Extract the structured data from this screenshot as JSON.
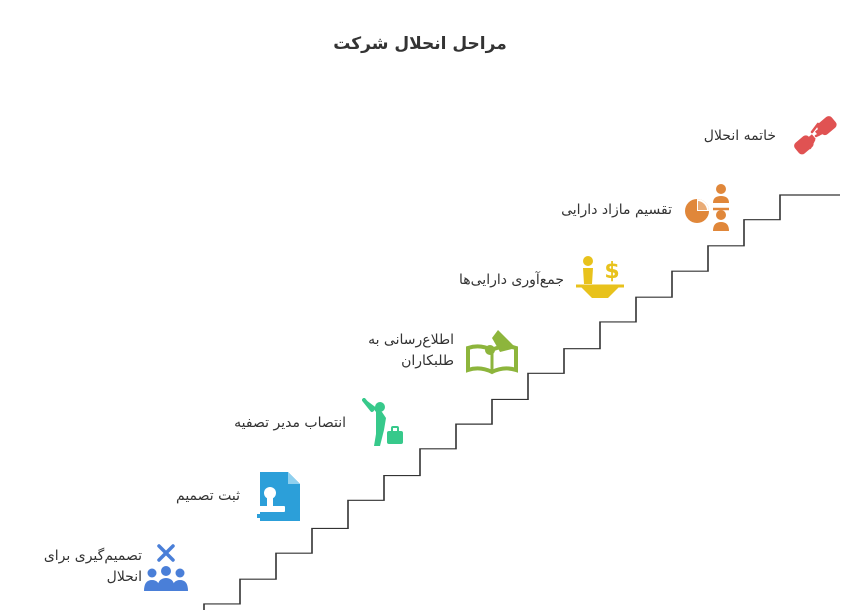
{
  "title": "مراحل انحلال شرکت",
  "colors": {
    "line": "#333333",
    "red": "#e05252",
    "orange": "#e0873a",
    "yellow": "#e8c21c",
    "olive": "#8db53c",
    "green": "#37c98b",
    "blue": "#2c9fd9",
    "navy": "#4a7fd8"
  },
  "steps": [
    {
      "line1": "تصمیم‌گیری برای",
      "line2": "انحلال",
      "icon": "people-vote-icon"
    },
    {
      "line1": "ثبت تصمیم",
      "icon": "document-stamp-icon"
    },
    {
      "line1": "انتصاب مدیر تصفیه",
      "icon": "person-briefcase-icon"
    },
    {
      "line1": "اطلاع‌رسانی به",
      "line2": "طلبکاران",
      "icon": "megaphone-book-icon"
    },
    {
      "line1": "جمع‌آوری دارایی‌ها",
      "icon": "people-money-icon"
    },
    {
      "line1": "تقسیم مازاد دارایی",
      "icon": "pie-people-icon"
    },
    {
      "line1": "خاتمه انحلال",
      "icon": "broken-link-icon"
    }
  ]
}
